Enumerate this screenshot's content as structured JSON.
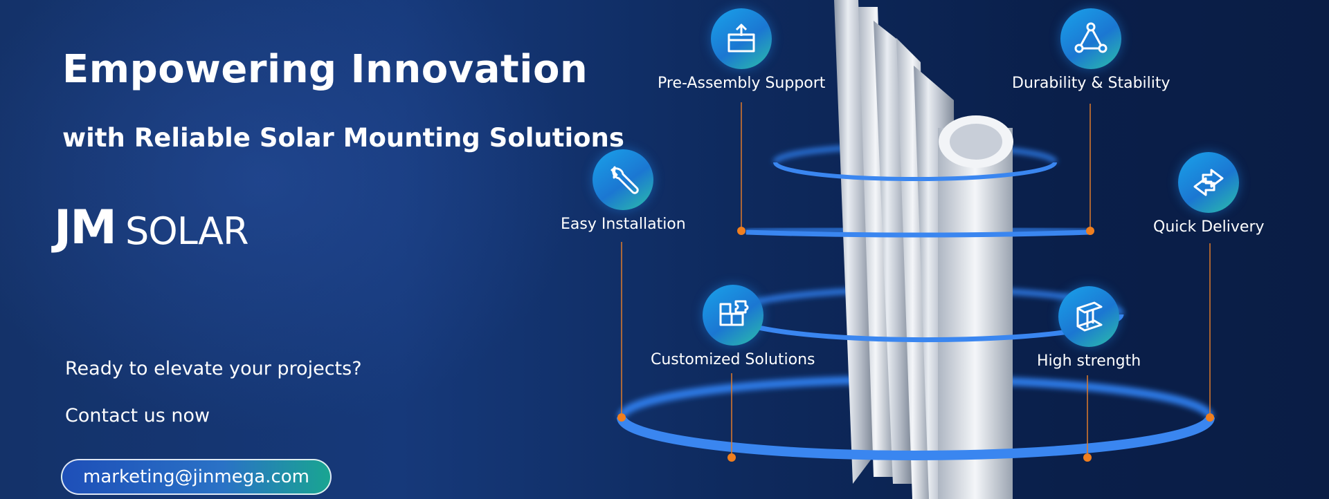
{
  "hero": {
    "title": "Empowering Innovation",
    "subtitle": "with Reliable Solar Mounting Solutions"
  },
  "logo": {
    "mark": "JM",
    "word": "SOLAR"
  },
  "cta": {
    "line1": "Ready to elevate your projects?",
    "line2": "Contact us now",
    "email": "marketing@jinmega.com"
  },
  "features": [
    {
      "label": "Pre-Assembly Support",
      "icon": "box-upload-icon"
    },
    {
      "label": "Durability & Stability",
      "icon": "triangle-nodes-icon"
    },
    {
      "label": "Easy Installation",
      "icon": "wrench-icon"
    },
    {
      "label": "Quick Delivery",
      "icon": "exchange-arrows-icon"
    },
    {
      "label": "Customized Solutions",
      "icon": "puzzle-blocks-icon"
    },
    {
      "label": "High strength",
      "icon": "steel-beam-icon"
    }
  ],
  "colors": {
    "background": "#143269",
    "ring": "#2f7be8",
    "connector_dot": "#f07f1f",
    "icon_gradient_start": "#1aa2ea",
    "icon_gradient_end": "#2cc0a8"
  }
}
